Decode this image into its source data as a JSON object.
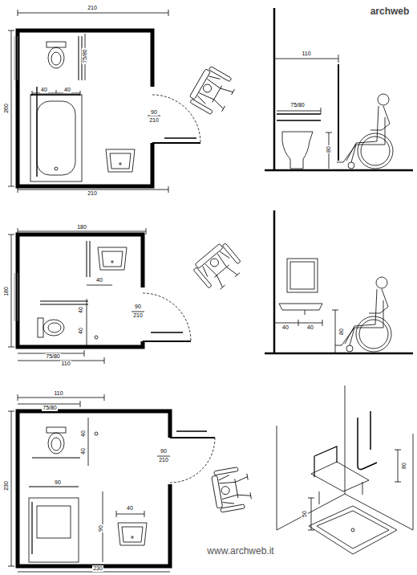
{
  "diagram": {
    "labels": [
      "archweb",
      "210",
      "75/80",
      "260",
      "40",
      "40",
      "90",
      "210",
      "210",
      "110",
      "75/80",
      "80",
      "180",
      "180",
      "40",
      "40",
      "90",
      "210",
      "40",
      "75/80",
      "110",
      "40",
      "40",
      "80",
      "110",
      "75/80",
      "40",
      "90",
      "210",
      "40",
      "90",
      "40",
      "90",
      "230",
      "80",
      "50",
      "www.archweb.it",
      "230"
    ]
  }
}
